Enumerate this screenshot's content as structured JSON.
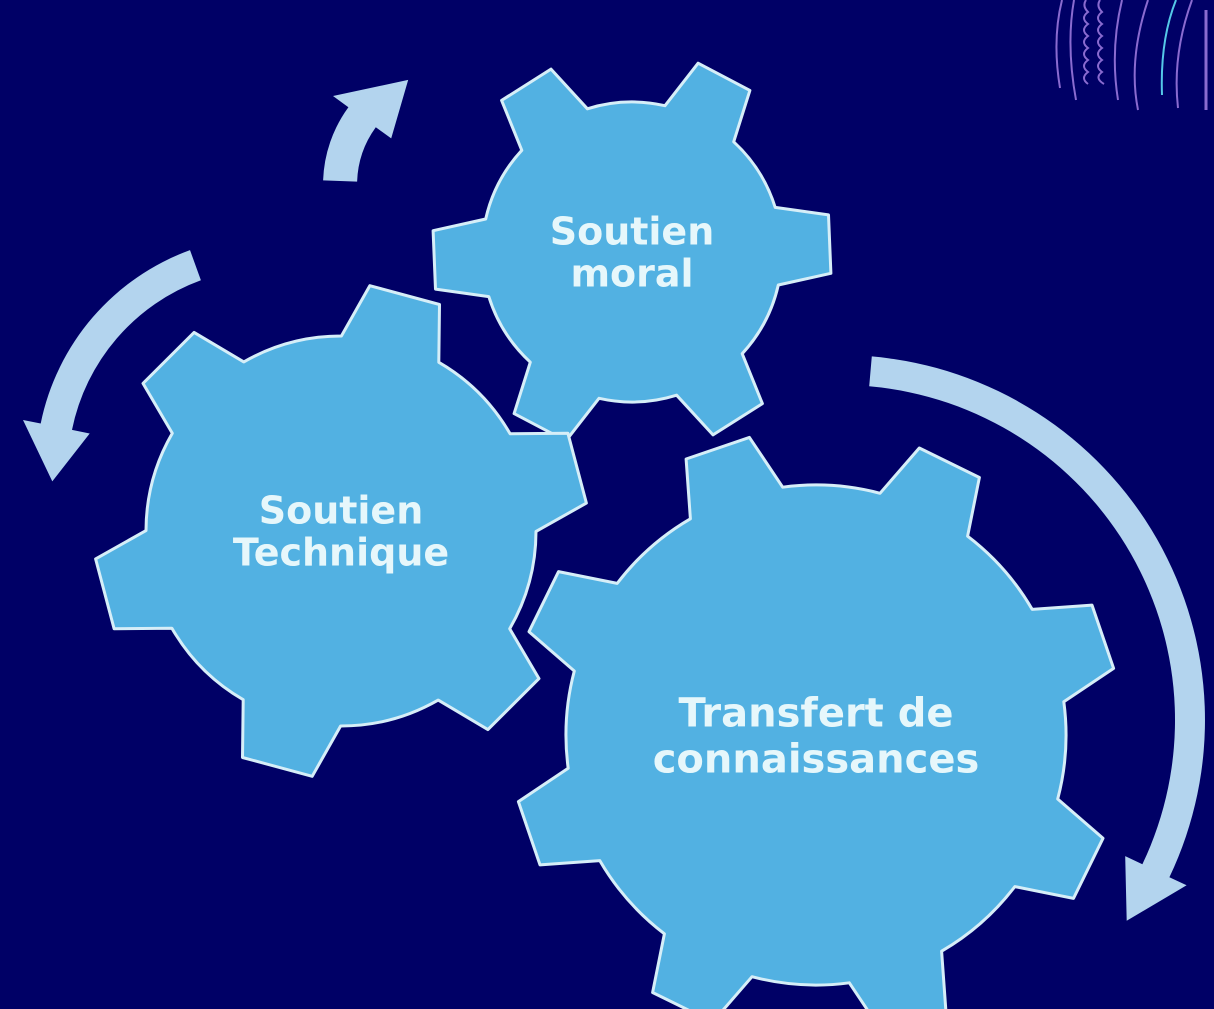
{
  "colors": {
    "background": "#000066",
    "gear_fill": "#52B1E2",
    "gear_stroke": "#D6EEF8",
    "arrow": "#B3D4EE",
    "label": "#E6F7FB",
    "deco": "#8A6BD0"
  },
  "gears": [
    {
      "id": "soutien-moral",
      "lines": [
        "Soutien",
        "moral"
      ]
    },
    {
      "id": "soutien-technique",
      "lines": [
        "Soutien",
        "Technique"
      ]
    },
    {
      "id": "transfert-connaissances",
      "lines": [
        "Transfert de",
        "connaissances"
      ]
    }
  ],
  "arrows": [
    {
      "id": "cycle-arrow-top",
      "direction": "up"
    },
    {
      "id": "cycle-arrow-left",
      "direction": "down"
    },
    {
      "id": "cycle-arrow-right",
      "direction": "down"
    }
  ],
  "decoration": "sparkle-streaks"
}
